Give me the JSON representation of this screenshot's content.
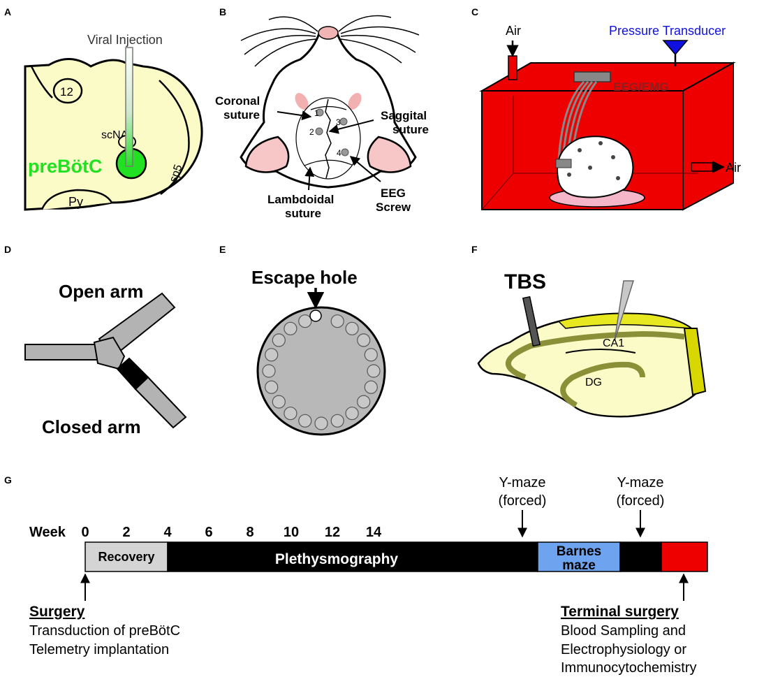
{
  "panels": {
    "a": {
      "letter": "A",
      "viral_injection": "Viral Injection",
      "label_12": "12",
      "scna": "scNA",
      "prebotc": "preBötC",
      "sp5": "sp5",
      "py": "Py",
      "prebotc_color": "#22e022"
    },
    "b": {
      "letter": "B",
      "coronal_1": "Coronal",
      "coronal_2": "suture",
      "saggital_1": "Saggital",
      "saggital_2": "suture",
      "lambdoidal_1": "Lambdoidal",
      "lambdoidal_2": "suture",
      "eeg_1": "EEG",
      "eeg_2": "Screw",
      "screws": [
        "1",
        "2",
        "3",
        "4"
      ]
    },
    "c": {
      "letter": "C",
      "air_in": "Air",
      "air_out": "Air",
      "pressure_transducer": "Pressure Transducer",
      "eeg_emg": "EEG/EMG",
      "box_color": "#ee0000",
      "transducer_color": "#1010e0"
    },
    "d": {
      "letter": "D",
      "open_arm": "Open arm",
      "closed_arm": "Closed arm"
    },
    "e": {
      "letter": "E",
      "escape_hole": "Escape hole"
    },
    "f": {
      "letter": "F",
      "tbs": "TBS",
      "ca1": "CA1",
      "dg": "DG"
    },
    "g": {
      "letter": "G",
      "week_label": "Week",
      "week_ticks": [
        "0",
        "2",
        "4",
        "6",
        "8",
        "10",
        "12",
        "14"
      ],
      "segments": {
        "recovery": "Recovery",
        "plethysmography": "Plethysmography",
        "barnes_1": "Barnes",
        "barnes_2": "maze"
      },
      "ymaze_1_line1": "Y-maze",
      "ymaze_1_line2": "(forced)",
      "ymaze_2_line1": "Y-maze",
      "ymaze_2_line2": "(forced)",
      "surgery_title": "Surgery",
      "surgery_lines": [
        "Transduction of preBötC",
        "Telemetry implantation"
      ],
      "terminal_title": "Terminal surgery",
      "terminal_lines": [
        "Blood Sampling and",
        "Electrophysiology or",
        "Immunocytochemistry"
      ],
      "colors": {
        "recovery": "#d4d4d4",
        "plethysmography": "#000000",
        "barnes": "#6ea3f0",
        "terminal": "#ee0000"
      }
    }
  }
}
